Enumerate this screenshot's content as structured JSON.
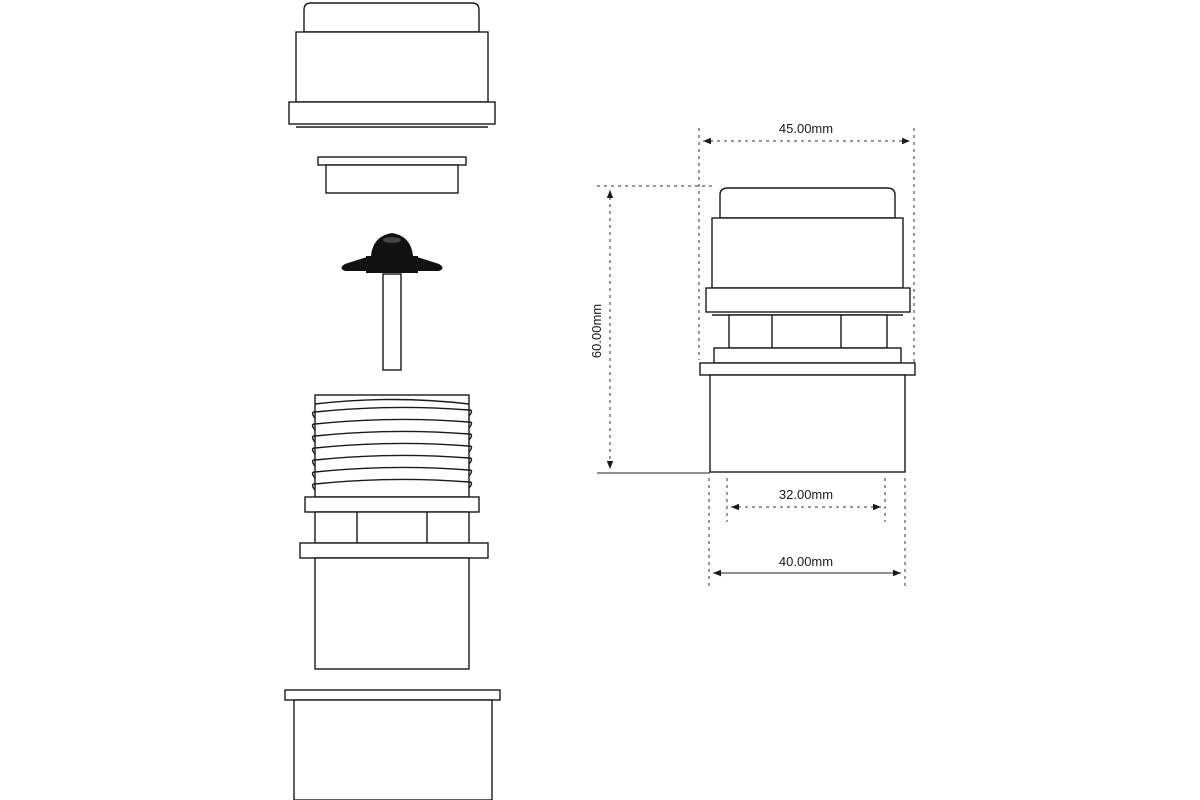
{
  "dimensions": {
    "top_width": "45.00mm",
    "height": "60.00mm",
    "inner_width": "32.00mm",
    "outer_width": "40.00mm"
  }
}
